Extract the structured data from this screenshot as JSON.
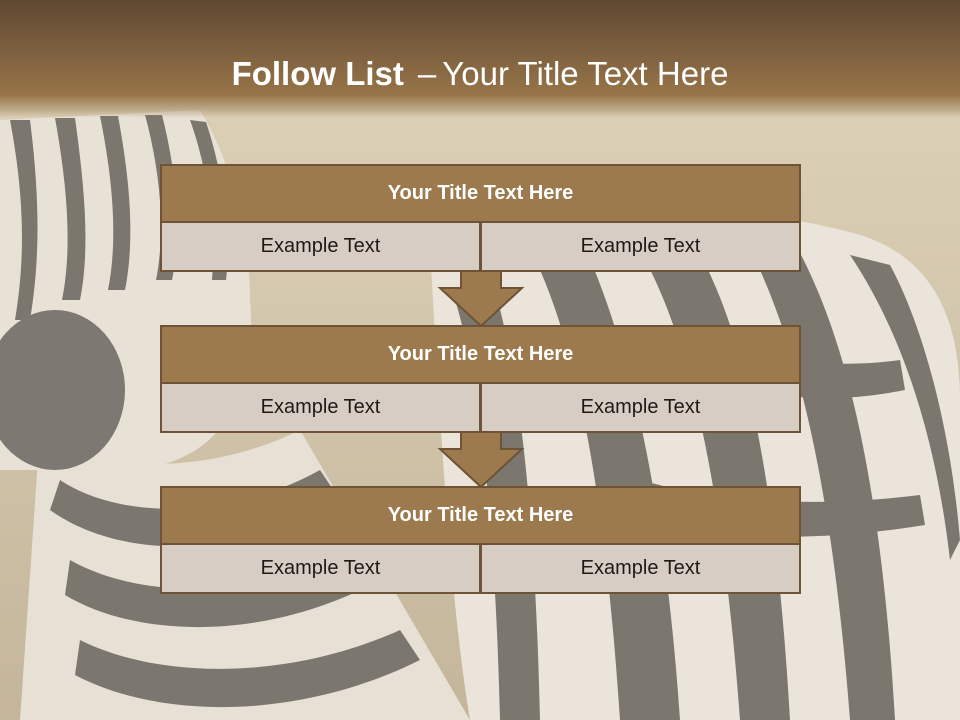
{
  "slide": {
    "title_bold": "Follow List",
    "title_separator": "–",
    "title_rest": "Your Title Text Here"
  },
  "blocks": [
    {
      "title": "Your Title Text Here",
      "left": "Example Text",
      "right": "Example Text"
    },
    {
      "title": "Your Title Text Here",
      "left": "Example Text",
      "right": "Example Text"
    },
    {
      "title": "Your Title Text Here",
      "left": "Example Text",
      "right": "Example Text"
    }
  ],
  "colors": {
    "header_brown": "#7e6140",
    "block_title_bg": "#9c7a4e",
    "cell_bg": "#d7cdc5",
    "border": "#6e5336"
  },
  "background_icon": "zebra-photo"
}
